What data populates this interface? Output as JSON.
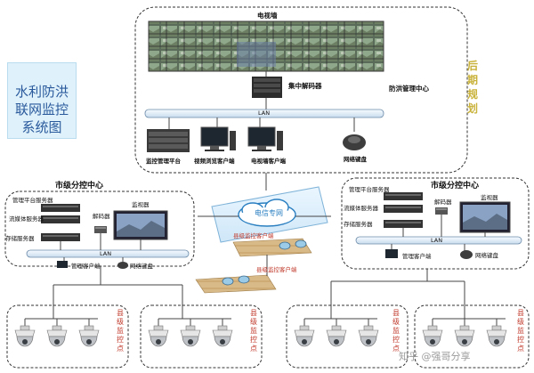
{
  "title_panel": {
    "lines": [
      "水利防洪",
      "联网监控",
      "系统图"
    ]
  },
  "later_phase": {
    "chars": [
      "后",
      "期",
      "规",
      "划"
    ]
  },
  "top_center": {
    "tv_wall_label": "电视墙",
    "decoder_label": "集中解码器",
    "center_name": "防洪管理中心",
    "lan_label": "LAN",
    "devices": [
      "监控管理平台",
      "视频浏览客户端",
      "电视墙客户端",
      "网络键盘"
    ]
  },
  "telecom": {
    "label": "电信专网"
  },
  "left_center": {
    "title": "市级分控中心",
    "servers": [
      "管理平台服务器",
      "流媒体服务器",
      "存储服务器"
    ],
    "decoder_label": "解码器",
    "monitor_label": "监视器",
    "lan_label": "LAN",
    "client_label": "管理客户端",
    "keyboard_label": "网络键盘"
  },
  "right_center": {
    "title": "市级分控中心",
    "servers": [
      "管理平台服务器",
      "流媒体服务器",
      "存储服务器"
    ],
    "decoder_label": "解码器",
    "monitor_label": "监视器",
    "lan_label": "LAN",
    "client_label": "管理客户端",
    "keyboard_label": "网络键盘"
  },
  "county": {
    "monitor_point_label": "县级监控点",
    "monitor_client_label": "县级监控客户端",
    "column_chars": [
      "县",
      "级",
      "监",
      "控",
      "点"
    ]
  },
  "watermark": "知乎 @强哥分享",
  "colors": {
    "lan_bar": "#e3eef8",
    "telecom_cloud": "#2a7fc1",
    "title_panel_bg": "#dff1fb",
    "title_text": "#2a5a9c",
    "later_text": "#c9b23a",
    "county_text": "#c0392b"
  },
  "icons": [
    "tv-wall-icon",
    "decoder-icon",
    "server-icon",
    "pc-icon",
    "keyboard-icon",
    "camera-dome-icon",
    "cloud-icon",
    "monitor-icon",
    "router-icon"
  ]
}
